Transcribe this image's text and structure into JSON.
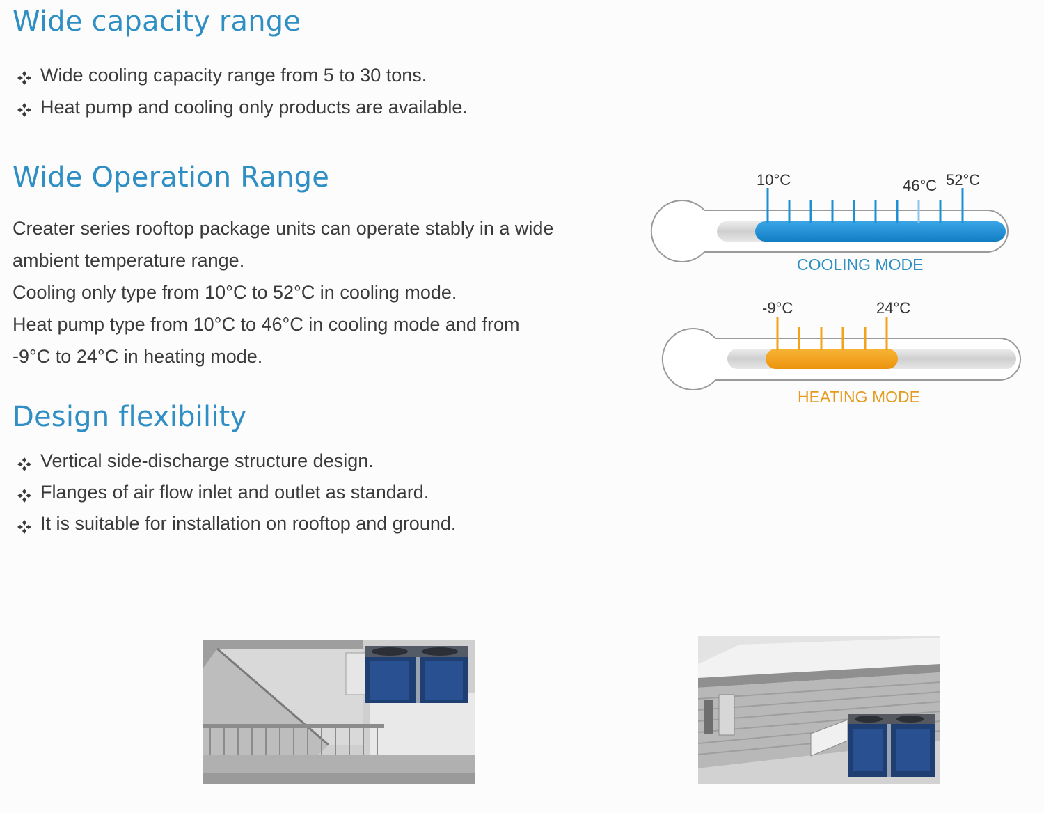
{
  "sections": {
    "capacity": {
      "title": "Wide capacity range",
      "bullets": [
        "Wide cooling capacity range from 5 to 30 tons.",
        "Heat pump and cooling only products are available."
      ]
    },
    "operation": {
      "title": "Wide Operation Range",
      "lines": [
        "Creater series rooftop package units can operate stably in a wide",
        "ambient temperature range.",
        "Cooling only type from 10°C to 52°C in cooling mode.",
        "Heat pump type from 10°C to 46°C in cooling mode and from",
        "-9°C to 24°C in heating mode."
      ]
    },
    "design": {
      "title": "Design flexibility",
      "bullets": [
        "Vertical side-discharge structure design.",
        "Flanges of air flow inlet and outlet as standard.",
        "It is suitable for installation on rooftop and ground."
      ]
    }
  },
  "thermometers": {
    "cooling": {
      "mode_label": "COOLING MODE",
      "labels": {
        "min": "10°C",
        "mid": "46°C",
        "max": "52°C"
      },
      "color": "#1f8fd3"
    },
    "heating": {
      "mode_label": "HEATING MODE",
      "labels": {
        "min": "-9°C",
        "max": "24°C"
      },
      "color": "#f3a21b"
    }
  },
  "bullet_icon": "four-diamond-bullet-icon",
  "photos": [
    {
      "name": "rooftop-installation-photo"
    },
    {
      "name": "ground-installation-photo"
    }
  ]
}
